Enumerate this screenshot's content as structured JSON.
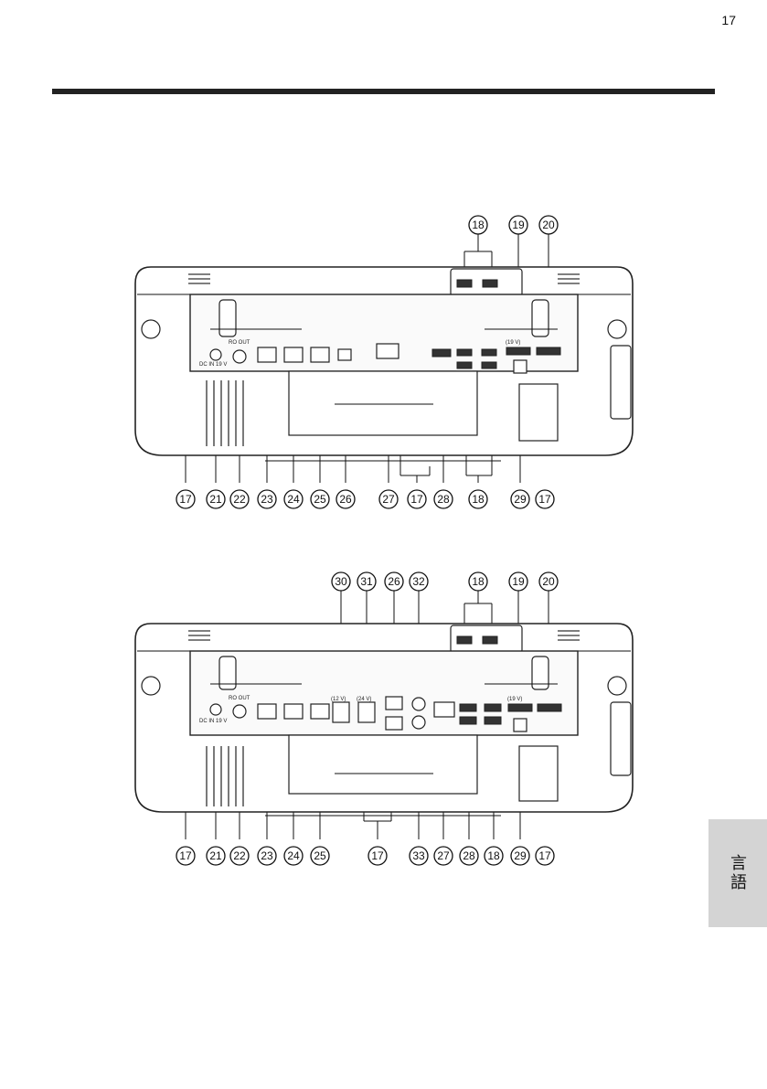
{
  "page": {
    "number": "17"
  },
  "side_tab": {
    "label": "言語"
  },
  "diagram_top": {
    "callouts_top": [
      "18",
      "19",
      "20"
    ],
    "callouts_bottom": [
      "17",
      "21",
      "22",
      "23",
      "24",
      "25",
      "26",
      "27",
      "17",
      "28",
      "18",
      "29",
      "17"
    ],
    "port_labels": {
      "dc_in": "DC IN 19 V",
      "ro_out": "RO OUT",
      "power_19v": "(19 V)"
    }
  },
  "diagram_bottom": {
    "callouts_top": [
      "30",
      "31",
      "26",
      "32",
      "18",
      "19",
      "20"
    ],
    "callouts_bottom": [
      "17",
      "21",
      "22",
      "23",
      "24",
      "25",
      "17",
      "33",
      "27",
      "28",
      "18",
      "29",
      "17"
    ],
    "port_labels": {
      "dc_in": "DC IN 19 V",
      "ro_out": "RO OUT",
      "p12v": "(12 V)",
      "p24v": "(24 V)",
      "power_19v": "(19 V)"
    }
  }
}
